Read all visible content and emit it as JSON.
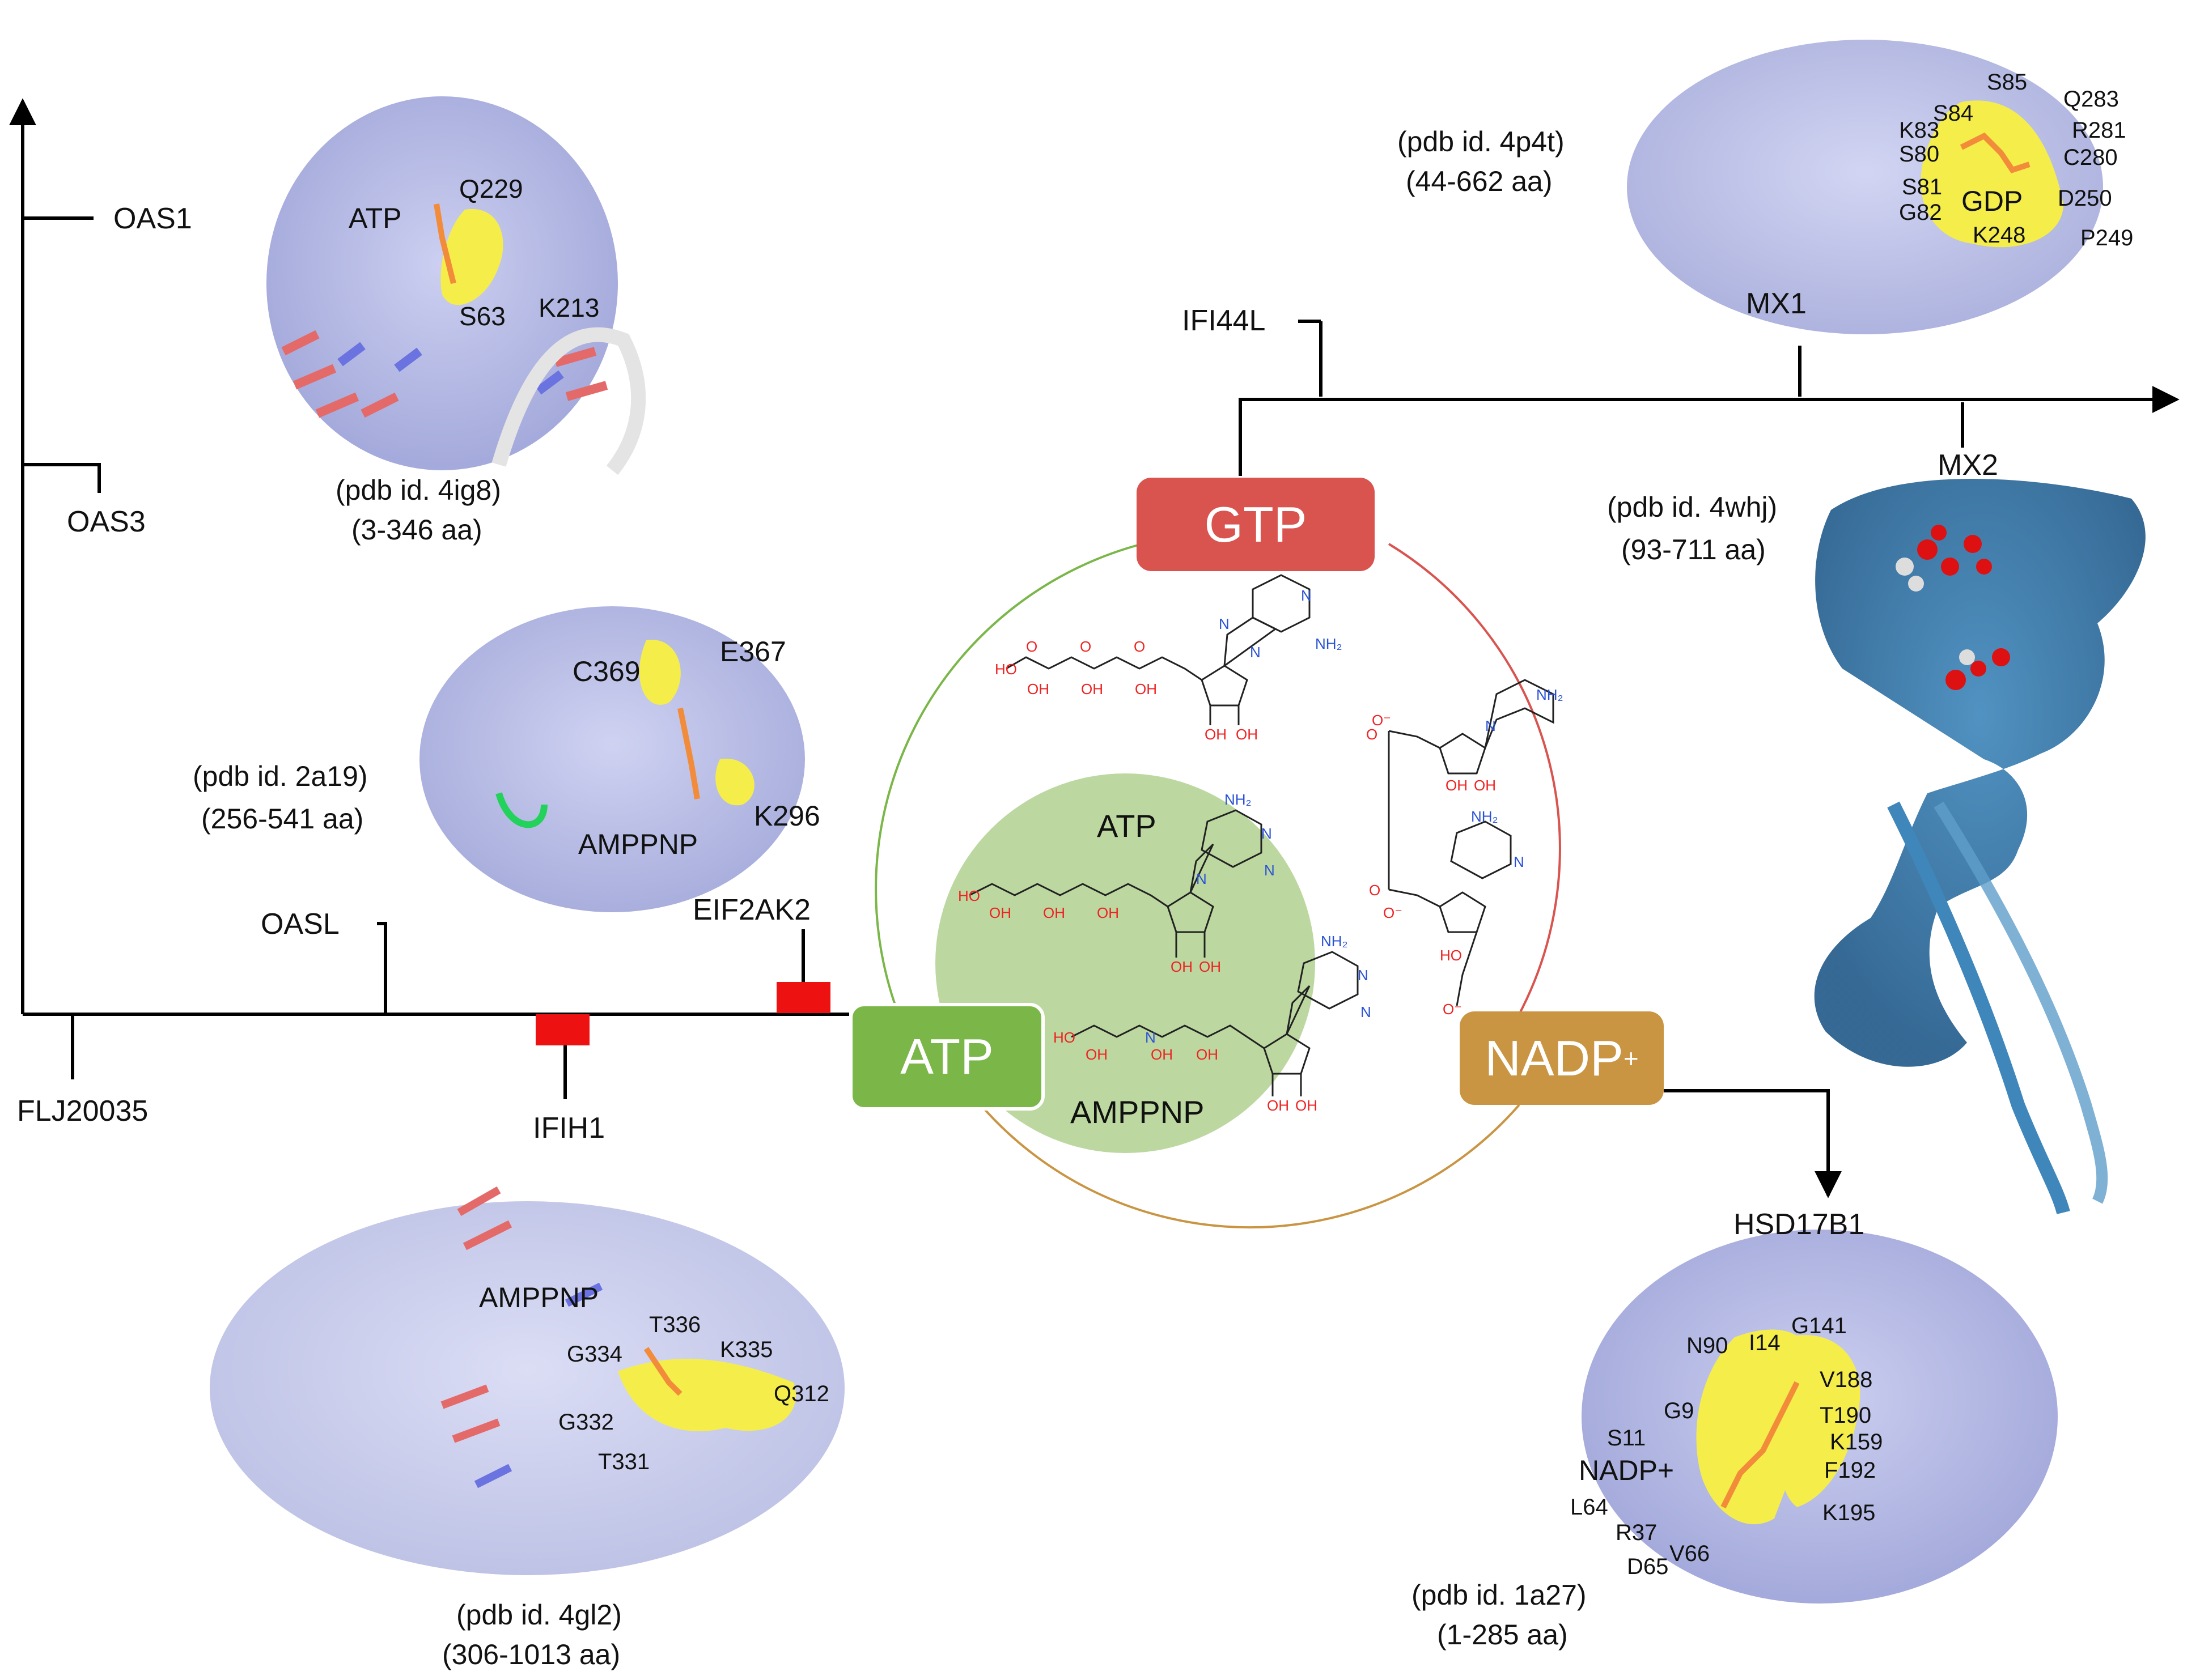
{
  "genes": {
    "oas1": "OAS1",
    "oas3": "OAS3",
    "oasl": "OASL",
    "flj20035": "FLJ20035",
    "ifih1": "IFIH1",
    "eif2ak2": "EIF2AK2",
    "ifi44l": "IFI44L",
    "mx1": "MX1",
    "mx2": "MX2",
    "hsd17b1": "HSD17B1"
  },
  "hubs": {
    "gtp": "GTP",
    "atp": "ATP",
    "nadp": "NADP",
    "nadp_sup": "+"
  },
  "center": {
    "atp": "ATP",
    "amppnp": "AMPPNP"
  },
  "structures": {
    "oas1": {
      "pdb": "(pdb id. 4ig8)",
      "range": "(3-346 aa)",
      "ligand": "ATP",
      "residues": [
        "Q229",
        "S63",
        "K213"
      ]
    },
    "eif2ak2": {
      "pdb": "(pdb id. 2a19)",
      "range": "(256-541 aa)",
      "ligand": "AMPPNP",
      "residues": [
        "C369",
        "E367",
        "K296"
      ]
    },
    "ifih1": {
      "pdb": "(pdb id. 4gl2)",
      "range": "(306-1013 aa)",
      "ligand": "AMPPNP",
      "residues": [
        "T336",
        "G334",
        "K335",
        "Q312",
        "G332",
        "T331"
      ]
    },
    "mx1": {
      "pdb": "(pdb id. 4p4t)",
      "range": "(44-662 aa)",
      "ligand": "GDP",
      "residues": [
        "S85",
        "S84",
        "Q283",
        "K83",
        "R281",
        "S80",
        "C280",
        "S81",
        "G82",
        "D250",
        "K248",
        "P249"
      ]
    },
    "mx2": {
      "pdb": "(pdb id. 4whj)",
      "range": "(93-711 aa)"
    },
    "hsd17b1": {
      "pdb": "(pdb id. 1a27)",
      "range": "(1-285 aa)",
      "ligand": "NADP+",
      "residues": [
        "G141",
        "N90",
        "I14",
        "V188",
        "G9",
        "T190",
        "S11",
        "K159",
        "F192",
        "L64",
        "K195",
        "R37",
        "V66",
        "D65"
      ]
    }
  },
  "colors": {
    "gtp": "#d9534f",
    "atp": "#7ab648",
    "nadp": "#c99543",
    "protein": "#aeb3e2",
    "pocket": "#f5ee4a",
    "mx2": "#2c6fa1",
    "marker": "#ee1111"
  }
}
